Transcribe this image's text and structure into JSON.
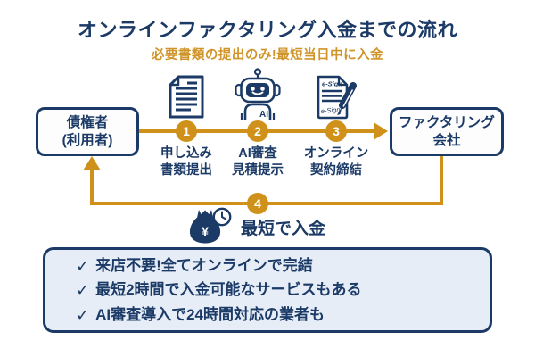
{
  "title": "オンラインファクタリング入金までの流れ",
  "subtitle": "必要書類の提出のみ!最短当日中に入金",
  "colors": {
    "navy": "#1b3a66",
    "orange_accent": "#cf9119",
    "subtitle_orange": "#d0952a",
    "panel_background": "#e7edf7",
    "background": "#ffffff"
  },
  "flow": {
    "left_box": {
      "line1": "債権者",
      "line2": "(利用者)"
    },
    "right_box": {
      "line1": "ファクタリング",
      "line2": "会社"
    },
    "steps": [
      {
        "number": "1",
        "icon": "document-icon",
        "label_line1": "申し込み",
        "label_line2": "書類提出"
      },
      {
        "number": "2",
        "icon": "ai-robot-icon",
        "label_line1": "AI審査",
        "label_line2": "見積提示"
      },
      {
        "number": "3",
        "icon": "esign-contract-icon",
        "label_line1": "オンライン",
        "label_line2": "契約締結"
      }
    ],
    "return_step": {
      "number": "4",
      "icon": "money-bag-clock-icon",
      "label": "最短で入金"
    }
  },
  "icon_texts": {
    "ai_label": "AI",
    "esign_top": "e-Sign",
    "esign_bottom": "e-Sign",
    "yen_symbol": "¥"
  },
  "benefits": [
    {
      "check": "✓",
      "text": "来店不要!全てオンラインで完結"
    },
    {
      "check": "✓",
      "text": "最短2時間で入金可能なサービスもある"
    },
    {
      "check": "✓",
      "text": "AI審査導入で24時間対応の業者も"
    }
  ]
}
